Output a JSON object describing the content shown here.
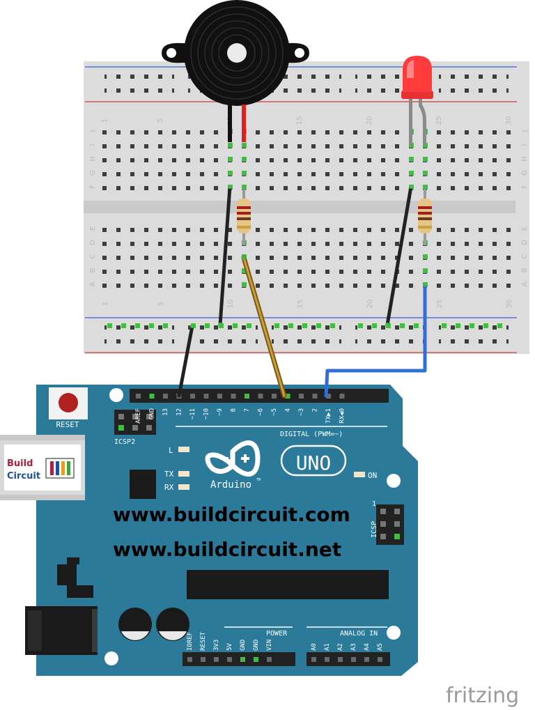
{
  "breadboard": {
    "column_labels": [
      "1",
      "5",
      "10",
      "15",
      "20",
      "25",
      "30"
    ],
    "row_labels_top": [
      "J",
      "I",
      "H",
      "G",
      "F"
    ],
    "row_labels_bottom": [
      "E",
      "D",
      "C",
      "B",
      "A"
    ]
  },
  "arduino": {
    "reset_label": "RESET",
    "icsp2_label": "ICSP2",
    "icsp_label": "ICSP",
    "icsp_pin1": "1",
    "digital_label": "DIGITAL (PWM=~)",
    "digital_pins": [
      "AREF",
      "GND",
      "13",
      "12",
      "~11",
      "~10",
      "~9",
      "8",
      "7",
      "~6",
      "~5",
      "4",
      "~3",
      "2",
      "TX▶1",
      "RX◀0"
    ],
    "led_l": "L",
    "led_tx": "TX",
    "led_rx": "RX",
    "led_on": "ON",
    "logo_text": "Arduino",
    "logo_tm": "TM",
    "model": "UNO",
    "power_label": "POWER",
    "power_pins": [
      "IOREF",
      "RESET",
      "3V3",
      "5V",
      "GND",
      "GND",
      "VIN"
    ],
    "analog_label": "ANALOG IN",
    "analog_pins": [
      "A0",
      "A1",
      "A2",
      "A3",
      "A4",
      "A5"
    ],
    "usb_brand_line1": "Build",
    "usb_brand_line2": "Circuit"
  },
  "watermark": {
    "line1": "www.buildcircuit.com",
    "line2": "www.buildcircuit.net"
  },
  "tool_logo": "fritzing",
  "colors": {
    "pcb": "#2b7a9a",
    "wire_black": "#222222",
    "wire_blue": "#2f6fd8",
    "wire_brown": "#a0781c",
    "led_red": "#ff3b3b"
  }
}
